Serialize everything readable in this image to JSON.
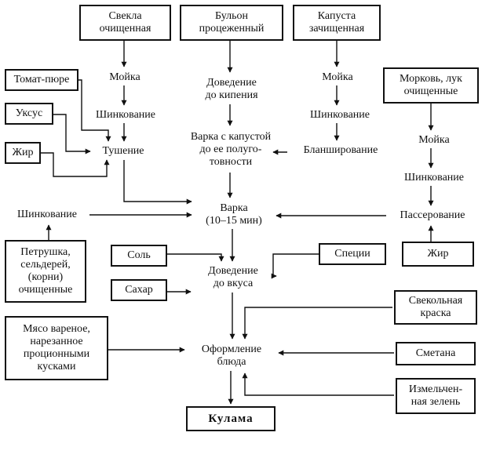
{
  "diagram": {
    "nodes": {
      "beet": "Свекла\nочищенная",
      "broth": "Бульон\nпроцеженный",
      "cabbage": "Капуста\nзачищенная",
      "tomato": "Томат-пюре",
      "wash1": "Мойка",
      "boil_to": "Доведение\nдо кипения",
      "wash2": "Мойка",
      "carrot": "Морковь, лук\nочищенные",
      "vinegar": "Уксус",
      "shred1": "Шинкование",
      "cook_cab": "Варка с капустой\nдо ее полуго-\nтовности",
      "shred2": "Шинкование",
      "wash3": "Мойка",
      "fat1": "Жир",
      "stew": "Тушение",
      "blanch": "Бланширование",
      "shred3": "Шинкование",
      "shred_left": "Шинкование",
      "cook": "Варка\n(10–15 мин)",
      "saute": "Пассерование",
      "parsley": "Петрушка,\nсельдерей,\n(корни)\nочищенные",
      "salt": "Соль",
      "spices": "Специи",
      "fat2": "Жир",
      "taste": "Доведение\nдо вкуса",
      "sugar": "Сахар",
      "beet_color": "Свекольная\nкраска",
      "meat": "Мясо вареное,\nнарезанное\nпроционными\nкусками",
      "plate": "Оформление\nблюда",
      "sour": "Сметана",
      "greens": "Измельчен-\nная зелень",
      "kulama": "Кулама"
    }
  }
}
